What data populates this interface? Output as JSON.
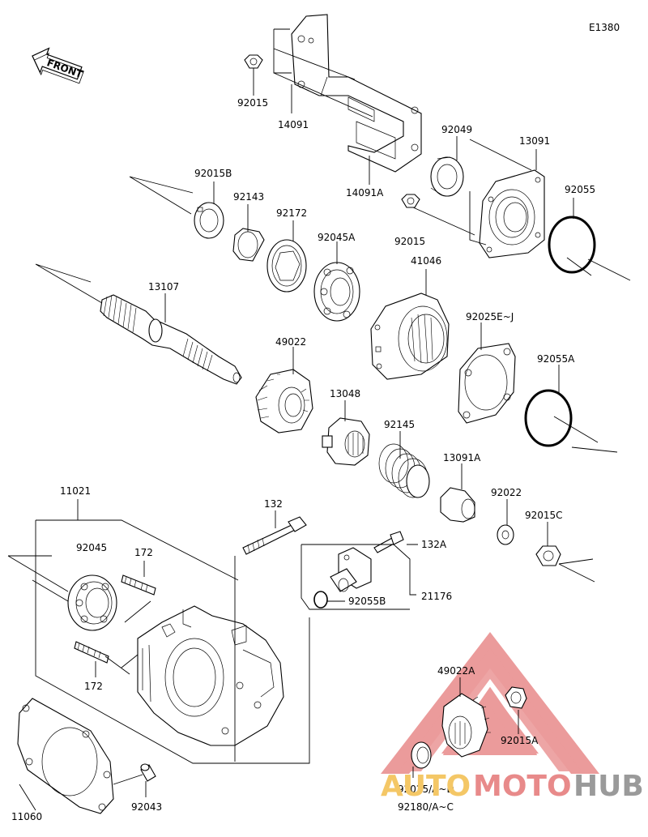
{
  "diagram": {
    "code": "E1380",
    "front_label": "FRONT",
    "parts": {
      "p92015_top": "92015",
      "p14091": "14091",
      "p14091A": "14091A",
      "p92049": "92049",
      "p13091": "13091",
      "p92055": "92055",
      "p92015B": "92015B",
      "p92143": "92143",
      "p92172": "92172",
      "p92045A": "92045A",
      "p92015_mid": "92015",
      "p41046": "41046",
      "p13107": "13107",
      "p49022": "49022",
      "p92025EJ": "92025E~J",
      "p92055A": "92055A",
      "p13048": "13048",
      "p92145": "92145",
      "p13091A": "13091A",
      "p92022": "92022",
      "p92015C": "92015C",
      "p11021": "11021",
      "p132": "132",
      "p132A": "132A",
      "p92045": "92045",
      "p172_top": "172",
      "p21176": "21176",
      "p92055B": "92055B",
      "p172_bot": "172",
      "p49022A": "49022A",
      "p92015A": "92015A",
      "p11060": "11060",
      "p92043": "92043",
      "p92025AD": "92025/A~D",
      "p92180AC": "92180/A~C"
    }
  },
  "watermark": {
    "part1": "AUTO",
    "part2": "MOTO",
    "part3": "HUB",
    "color_red": "#e88a8a",
    "color_yellow": "#f4c766",
    "color_gray": "#9a9a9a"
  }
}
